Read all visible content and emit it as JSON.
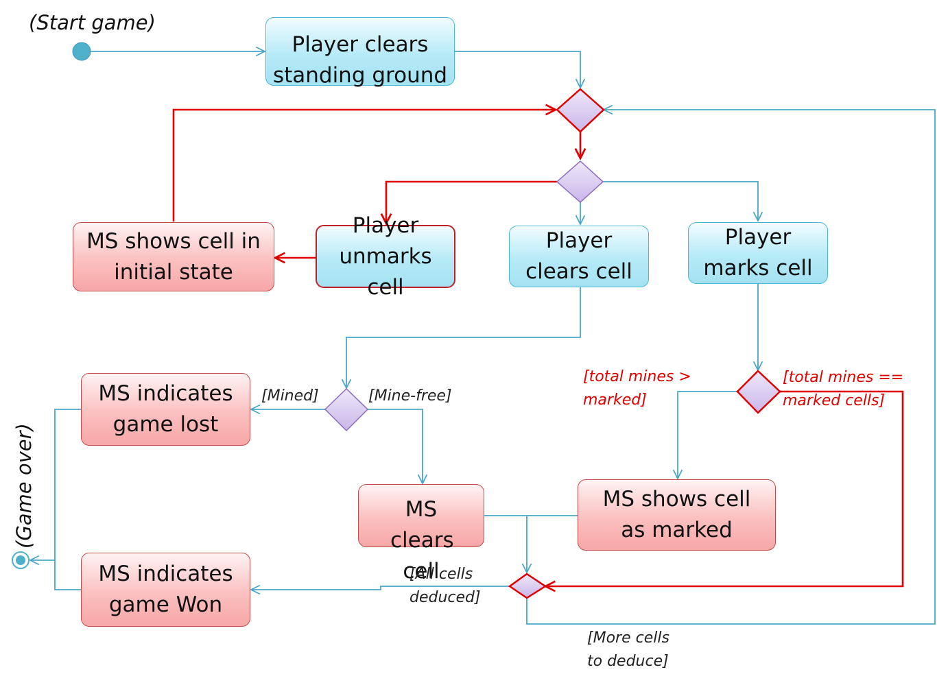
{
  "initial_label": "(Start game)",
  "final_label": "(Game over)",
  "activities": {
    "clears_standing": "Player clears standing ground",
    "unmarks_cell": "Player unmarks cell",
    "clears_cell": "Player clears cell",
    "marks_cell": "Player marks cell",
    "initial_state": "MS shows cell in initial state",
    "game_lost": "MS indicates game lost",
    "ms_clears_cell": "MS clears cell",
    "shows_marked": "MS shows cell as marked",
    "game_won": "MS indicates game Won"
  },
  "guards": {
    "mined": "[Mined]",
    "mine_free": "[Mine-free]",
    "mines_gt_line1": "[total mines >",
    "mines_gt_line2": "marked]",
    "mines_eq_line1": "[total mines ==",
    "mines_eq_line2": "marked cells]",
    "all_deduced_line1": "[All cells",
    "all_deduced_line2": "deduced]",
    "more_cells_line1": "[More cells",
    "more_cells_line2": "to deduce]"
  },
  "colors": {
    "flow_blue": "#4aa6c9",
    "flow_red": "#e00000",
    "decision_fill": "#d6c6ee",
    "decision_stroke_purple": "#8a6bbf",
    "initial_node": "#4fb0cc"
  }
}
